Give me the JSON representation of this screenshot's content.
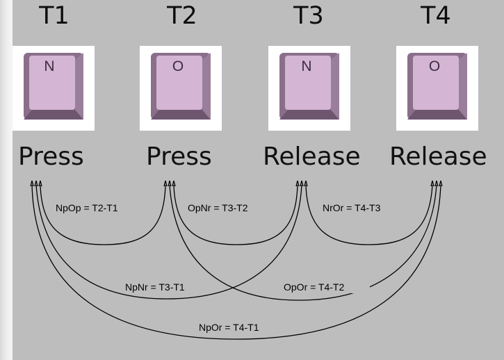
{
  "times": [
    "T1",
    "T2",
    "T3",
    "T4"
  ],
  "keys": [
    "N",
    "O",
    "N",
    "O"
  ],
  "events": [
    "Press",
    "Press",
    "Release",
    "Release"
  ],
  "intervals": {
    "np_op": "NpOp = T2-T1",
    "op_nr": "OpNr = T3-T2",
    "nr_or": "NrOr = T4-T3",
    "np_nr": "NpNr = T3-T1",
    "op_or": "OpOr = T4-T2",
    "np_or": "NpOr = T4-T1"
  },
  "colors": {
    "background": "#bdbdbd",
    "keycap": "#c8a8c8",
    "keycard": "#ffffff",
    "line": "#000000"
  }
}
